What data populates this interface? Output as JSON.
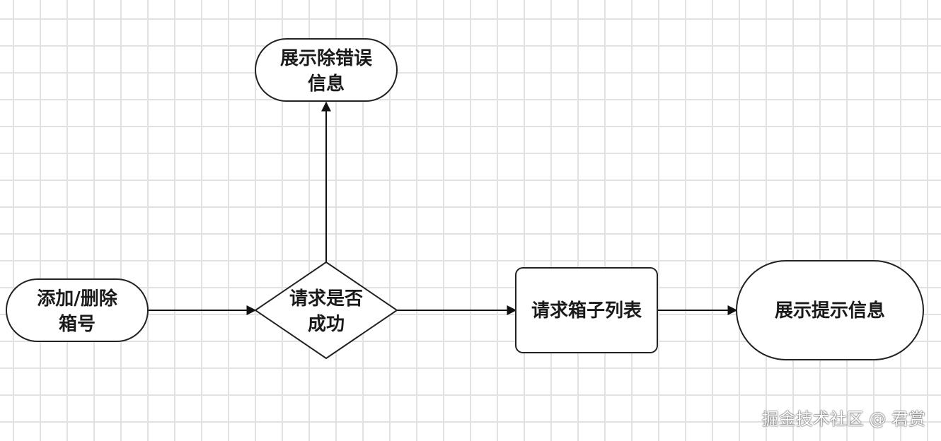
{
  "diagram": {
    "nodes": {
      "start": {
        "lines": [
          "添加/删除",
          "箱号"
        ]
      },
      "decision": {
        "lines": [
          "请求是否",
          "成功"
        ]
      },
      "error": {
        "lines": [
          "展示除错误",
          "信息"
        ]
      },
      "request": {
        "lines": [
          "请求箱子列表"
        ]
      },
      "end": {
        "lines": [
          "展示提示信息"
        ]
      }
    }
  },
  "watermark": "掘金技术社区 @ 君赏"
}
